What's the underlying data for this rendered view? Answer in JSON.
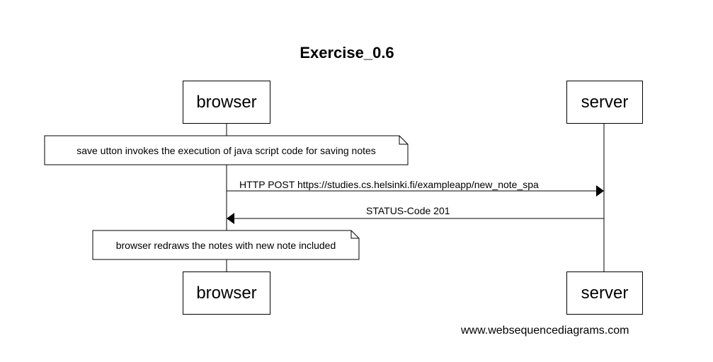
{
  "diagram": {
    "title": "Exercise_0.6",
    "participants": [
      {
        "id": "browser",
        "label": "browser"
      },
      {
        "id": "server",
        "label": "server"
      }
    ],
    "notes": [
      {
        "text": "save utton invokes the execution of java script code for saving notes"
      },
      {
        "text": "browser redraws the notes with new note included"
      }
    ],
    "messages": [
      {
        "from": "browser",
        "to": "server",
        "label": "HTTP POST https://studies.cs.helsinki.fi/exampleapp/new_note_spa"
      },
      {
        "from": "server",
        "to": "browser",
        "label": "STATUS-Code 201"
      }
    ],
    "watermark": "www.websequencediagrams.com"
  }
}
